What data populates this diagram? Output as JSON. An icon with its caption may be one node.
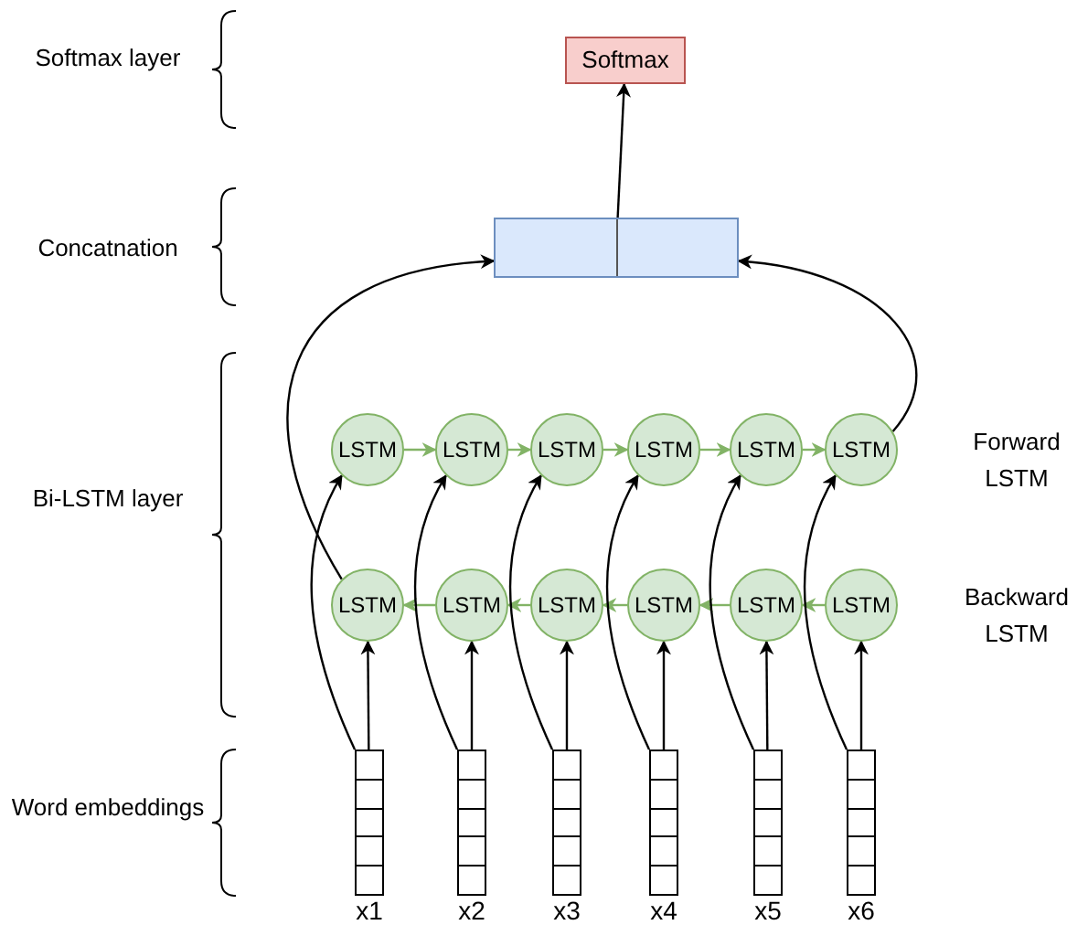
{
  "diagram": {
    "nodes": [
      {
        "text": [
          "Softmax"
        ]
      },
      {
        "text": [],
        "shape": "box"
      },
      {
        "text": [
          "LSTM"
        ]
      },
      {
        "text": [
          "LSTM"
        ]
      },
      {
        "text": [
          "LSTM"
        ]
      },
      {
        "text": [
          "LSTM"
        ]
      },
      {
        "text": [
          "LSTM"
        ]
      },
      {
        "text": [
          "LSTM"
        ]
      },
      {
        "text": [
          "LSTM"
        ]
      },
      {
        "text": [
          "LSTM"
        ]
      },
      {
        "text": [
          "LSTM"
        ]
      },
      {
        "text": [
          "LSTM"
        ]
      },
      {
        "text": [
          "LSTM"
        ]
      },
      {
        "text": [
          "LSTM"
        ]
      },
      {
        "text": [],
        "shape": "bar",
        "beside": [
          "x1"
        ]
      },
      {
        "text": [],
        "shape": "bar",
        "beside": [
          "x2"
        ]
      },
      {
        "text": [],
        "shape": "bar",
        "beside": [
          "x3"
        ]
      },
      {
        "text": [],
        "shape": "bar",
        "beside": [
          "x4"
        ]
      },
      {
        "text": [],
        "shape": "bar",
        "beside": [
          "x5"
        ]
      },
      {
        "text": [],
        "shape": "bar",
        "beside": [
          "x6"
        ]
      }
    ],
    "edges": [
      {
        "from": 1,
        "to": 0,
        "arrow": "to"
      },
      {
        "from": 2,
        "to": 3,
        "arrow": "to",
        "color": "#82b366"
      },
      {
        "from": 3,
        "to": 4,
        "arrow": "to",
        "color": "#82b366"
      },
      {
        "from": 4,
        "to": 5,
        "arrow": "to",
        "color": "#82b366"
      },
      {
        "from": 5,
        "to": 6,
        "arrow": "to",
        "color": "#82b366"
      },
      {
        "from": 6,
        "to": 7,
        "arrow": "to",
        "color": "#82b366"
      },
      {
        "from": 9,
        "to": 8,
        "arrow": "to",
        "color": "#82b366"
      },
      {
        "from": 10,
        "to": 9,
        "arrow": "to",
        "color": "#82b366"
      },
      {
        "from": 11,
        "to": 10,
        "arrow": "to",
        "color": "#82b366"
      },
      {
        "from": 12,
        "to": 11,
        "arrow": "to",
        "color": "#82b366"
      },
      {
        "from": 13,
        "to": 12,
        "arrow": "to",
        "color": "#82b366"
      },
      {
        "from": 14,
        "to": 8,
        "arrow": "to"
      },
      {
        "from": 15,
        "to": 9,
        "arrow": "to"
      },
      {
        "from": 16,
        "to": 10,
        "arrow": "to"
      },
      {
        "from": 17,
        "to": 11,
        "arrow": "to"
      },
      {
        "from": 18,
        "to": 12,
        "arrow": "to"
      },
      {
        "from": 19,
        "to": 13,
        "arrow": "to"
      },
      {
        "from": 14,
        "to": 2,
        "arrow": "to"
      },
      {
        "from": 15,
        "to": 3,
        "arrow": "to"
      },
      {
        "from": 16,
        "to": 4,
        "arrow": "to"
      },
      {
        "from": 17,
        "to": 5,
        "arrow": "to"
      },
      {
        "from": 18,
        "to": 6,
        "arrow": "to"
      },
      {
        "from": 19,
        "to": 7,
        "arrow": "to"
      },
      {
        "from": 8,
        "to": 1,
        "arrow": "to"
      },
      {
        "from": 7,
        "to": 1,
        "arrow": "to"
      }
    ],
    "labels": [
      "Softmax layer",
      "Concatnation",
      "Forward LSTM",
      "Bi-LSTM layer",
      "Backward LSTM",
      "Word embeddings"
    ]
  }
}
